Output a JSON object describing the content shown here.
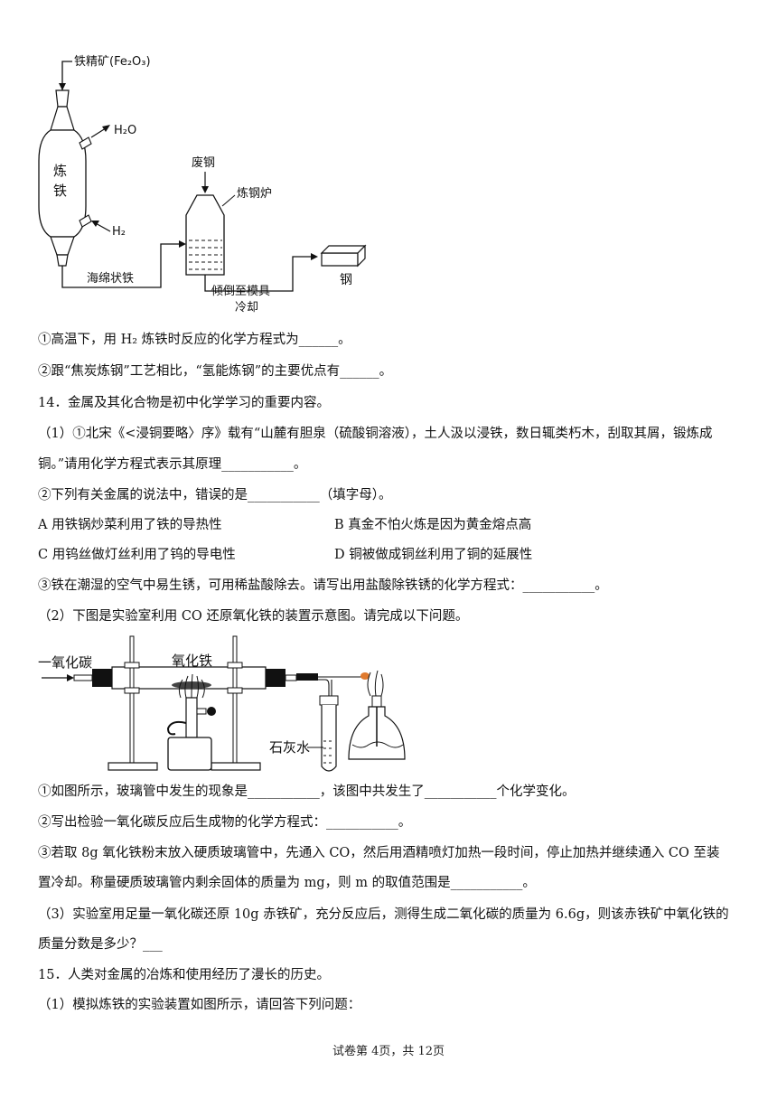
{
  "figure1": {
    "iron_ore": "铁精矿(Fe₂O₃)",
    "furnace_label_1": "炼",
    "furnace_label_2": "铁",
    "h2o": "H₂O",
    "h2": "H₂",
    "scrap_steel": "废钢",
    "steel_furnace": "炼钢炉",
    "sponge_iron": "海绵状铁",
    "pour_mold": "倾倒至模具",
    "cool": "冷却",
    "steel": "钢"
  },
  "q13": {
    "item1": "①高温下，用 H₂ 炼铁时反应的化学方程式为______。",
    "item2": "②跟“焦炭炼钢”工艺相比，“氢能炼钢”的主要优点有______。"
  },
  "q14": {
    "stem": "14．金属及其化合物是初中化学学习的重要内容。",
    "p1_line1": "（1）①北宋《<浸铜要略〉序》载有“山麓有胆泉（硫酸铜溶液），土人汲以浸铁，数日辄类朽木，刮取其屑，锻炼成",
    "p1_line2": "铜。”请用化学方程式表示其原理___________。",
    "p1_item2": "②下列有关金属的说法中，错误的是___________（填字母）。",
    "options": {
      "A": "A 用铁锅炒菜利用了铁的导热性",
      "B": "B 真金不怕火炼是因为黄金熔点高",
      "C": "C 用钨丝做灯丝利用了钨的导电性",
      "D": "D 铜被做成铜丝利用了铜的延展性"
    },
    "p1_item3": "③铁在潮湿的空气中易生锈，可用稀盐酸除去。请写出用盐酸除铁锈的化学方程式：___________。",
    "p2_stem": "（2）下图是实验室利用 CO 还原氧化铁的装置示意图。请完成以下问题。",
    "fig_co": "一氧化碳",
    "fig_fe2o3": "氧化铁",
    "fig_limewater": "石灰水",
    "p2_item1": "①如图所示，玻璃管中发生的现象是___________，该图中共发生了___________个化学变化。",
    "p2_item2": "②写出检验一氧化碳反应后生成物的化学方程式：___________。",
    "p2_item3_line1": "③若取 8g 氧化铁粉末放入硬质玻璃管中，先通入 CO，然后用酒精喷灯加热一段时间，停止加热并继续通入 CO 至装",
    "p2_item3_line2": "置冷却。称量硬质玻璃管内剩余固体的质量为 mg，则 m 的取值范围是___________。",
    "p3_line1": "（3）实验室用足量一氧化碳还原 10g 赤铁矿，充分反应后，测得生成二氧化碳的质量为 6.6g，则该赤铁矿中氧化铁的",
    "p3_line2": "质量分数是多少？___"
  },
  "q15": {
    "stem": "15．人类对金属的冶炼和使用经历了漫长的历史。",
    "p1": "（1）模拟炼铁的实验装置如图所示，请回答下列问题："
  },
  "footer": "试卷第 4页，共 12页"
}
